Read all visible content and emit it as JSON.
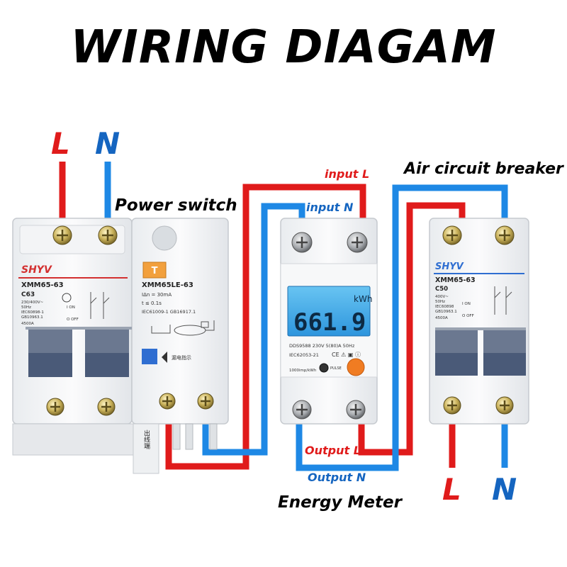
{
  "title": "WIRING DIAGAM",
  "labels": {
    "power_switch": "Power switch",
    "air_breaker": "Air circuit breaker",
    "energy_meter": "Energy Meter",
    "input_l": "input L",
    "input_n": "input N",
    "output_l": "Output L",
    "output_n": "Output N",
    "top_l": "L",
    "top_n": "N",
    "bottom_l": "L",
    "bottom_n": "N"
  },
  "power_switch": {
    "brand": "SHYV",
    "breaker_model": "XMM65-63",
    "breaker_rating": "C63",
    "breaker_spec": [
      "230/400V~",
      "50Hz",
      "IEC60898-1",
      "GB10963.1"
    ],
    "breaker_on": "I ON",
    "breaker_off": "O OFF",
    "breaker_capacity": "4500A",
    "rcd_model": "XMM65LE-63",
    "rcd_spec": [
      "IΔn = 30mA",
      "t  ≤ 0.1s",
      "IEC61009-1  GB16917.1"
    ],
    "rcd_indicator": "漏电指示",
    "outlet_label": "出线端",
    "test_button": "T"
  },
  "energy_meter": {
    "unit": "kWh",
    "reading": "661.9",
    "spec_line1": "DDS9588  230V  5(80)A  50Hz",
    "spec_line2": "IEC62053-21",
    "impulse": "1000imp/kWh",
    "pulse": "PULSE"
  },
  "air_breaker": {
    "brand": "SHYV",
    "model": "XMM65-63",
    "rating": "C50",
    "spec": [
      "400V~",
      "50Hz",
      "IEC60898",
      "GB10963.1"
    ],
    "on": "I ON",
    "off": "O OFF",
    "capacity": "4500A"
  },
  "colors": {
    "live": "#e01b1b",
    "neutral": "#1e88e5",
    "label_red": "#e01b1b",
    "label_blue": "#1565c0",
    "lcd": "#3aa8e8",
    "handle": "#4a5a78"
  }
}
